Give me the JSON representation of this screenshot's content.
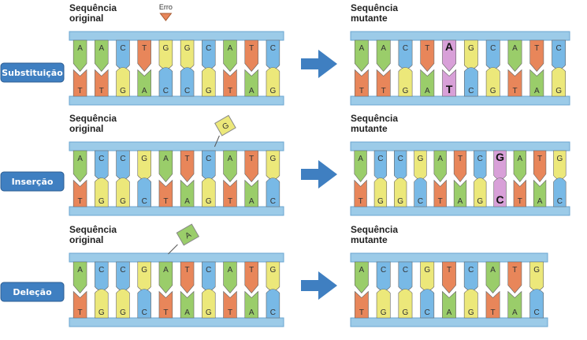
{
  "colors": {
    "A": "#9acd6a",
    "T": "#e8865a",
    "C": "#78b9e6",
    "G": "#ece87a",
    "rail": "#9ccbe8",
    "mutated": "#d8a0d8",
    "arrow": "#3f7fc1",
    "tag": "#3f7fc1"
  },
  "sections": [
    {
      "id": "substituicao",
      "tag": "Substituição",
      "orig_title_1": "Sequência",
      "orig_title_2": "original",
      "mut_title_1": "Sequência",
      "mut_title_2": "mutante",
      "error_label": "Erro",
      "original_top": [
        "A",
        "A",
        "C",
        "T",
        "G",
        "G",
        "C",
        "A",
        "T",
        "C"
      ],
      "original_bottom": [
        "T",
        "T",
        "G",
        "A",
        "C",
        "C",
        "G",
        "T",
        "A",
        "G"
      ],
      "mutant_top": [
        "A",
        "A",
        "C",
        "T",
        "A",
        "G",
        "C",
        "A",
        "T",
        "C"
      ],
      "mutant_bottom": [
        "T",
        "T",
        "G",
        "A",
        "T",
        "C",
        "G",
        "T",
        "A",
        "G"
      ],
      "highlight_index": 4
    },
    {
      "id": "insercao",
      "tag": "Inserção",
      "orig_title_1": "Sequência",
      "orig_title_2": "original",
      "mut_title_1": "Sequência",
      "mut_title_2": "mutante",
      "inserted_base": "G",
      "original_top": [
        "A",
        "C",
        "C",
        "G",
        "A",
        "T",
        "C",
        "A",
        "T",
        "G"
      ],
      "original_bottom": [
        "T",
        "G",
        "G",
        "C",
        "T",
        "A",
        "G",
        "T",
        "A",
        "C"
      ],
      "mutant_top": [
        "A",
        "C",
        "C",
        "G",
        "A",
        "T",
        "C",
        "G",
        "A",
        "T",
        "G"
      ],
      "mutant_bottom": [
        "T",
        "G",
        "G",
        "C",
        "T",
        "A",
        "G",
        "C",
        "T",
        "A",
        "C"
      ],
      "highlight_index": 7
    },
    {
      "id": "delecao",
      "tag": "Deleção",
      "orig_title_1": "Sequência",
      "orig_title_2": "original",
      "mut_title_1": "Sequência",
      "mut_title_2": "mutante",
      "deleted_base": "A",
      "original_top": [
        "A",
        "C",
        "C",
        "G",
        "A",
        "T",
        "C",
        "A",
        "T",
        "G"
      ],
      "original_bottom": [
        "T",
        "G",
        "G",
        "C",
        "T",
        "A",
        "G",
        "T",
        "A",
        "C"
      ],
      "mutant_top": [
        "A",
        "C",
        "C",
        "G",
        "T",
        "C",
        "A",
        "T",
        "G"
      ],
      "mutant_bottom": [
        "T",
        "G",
        "G",
        "C",
        "A",
        "G",
        "T",
        "A",
        "C"
      ],
      "highlight_index": -1
    }
  ]
}
